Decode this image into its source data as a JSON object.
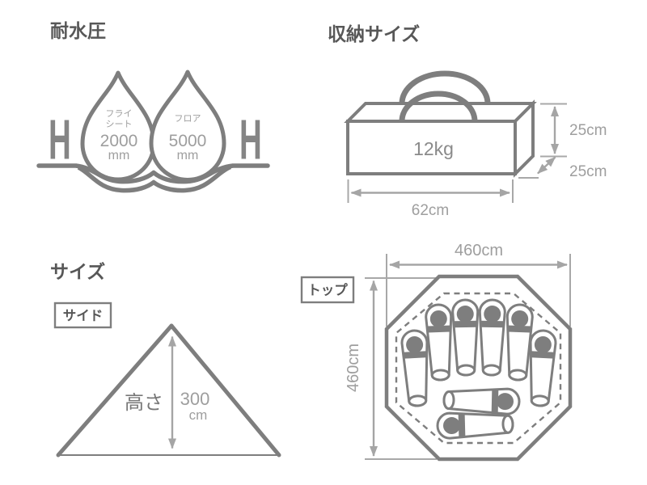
{
  "page": {
    "background": "#ffffff"
  },
  "colors": {
    "title_text": "#575757",
    "diagram_stroke": "#7e7e7e",
    "dim_line": "#a5a5a5",
    "dim_label": "#9e9e9e",
    "weight_label": "#8a8a8a",
    "height_caption": "#787878",
    "fill": "#ffffff"
  },
  "water_resistance": {
    "title": "耐水圧",
    "surface_marker_left": "H",
    "surface_marker_right": "H",
    "drops": [
      {
        "name_line1": "フライ",
        "name_line2": "シート",
        "value": "2000",
        "unit": "mm"
      },
      {
        "name_line1": "フロア",
        "name_line2": "",
        "value": "5000",
        "unit": "mm"
      }
    ]
  },
  "storage_size": {
    "title": "収納サイズ",
    "weight": "12kg",
    "height_label": "25cm",
    "depth_label": "25cm",
    "width_label": "62cm"
  },
  "size_side": {
    "title": "サイズ",
    "view_tag": "サイド",
    "height_caption": "高さ",
    "height_value": "300",
    "height_unit": "cm"
  },
  "size_top": {
    "view_tag": "トップ",
    "width_label": "460cm",
    "height_label": "460cm",
    "fan_sleeping_bags": 6,
    "bottom_sleeping_bags": 2
  }
}
